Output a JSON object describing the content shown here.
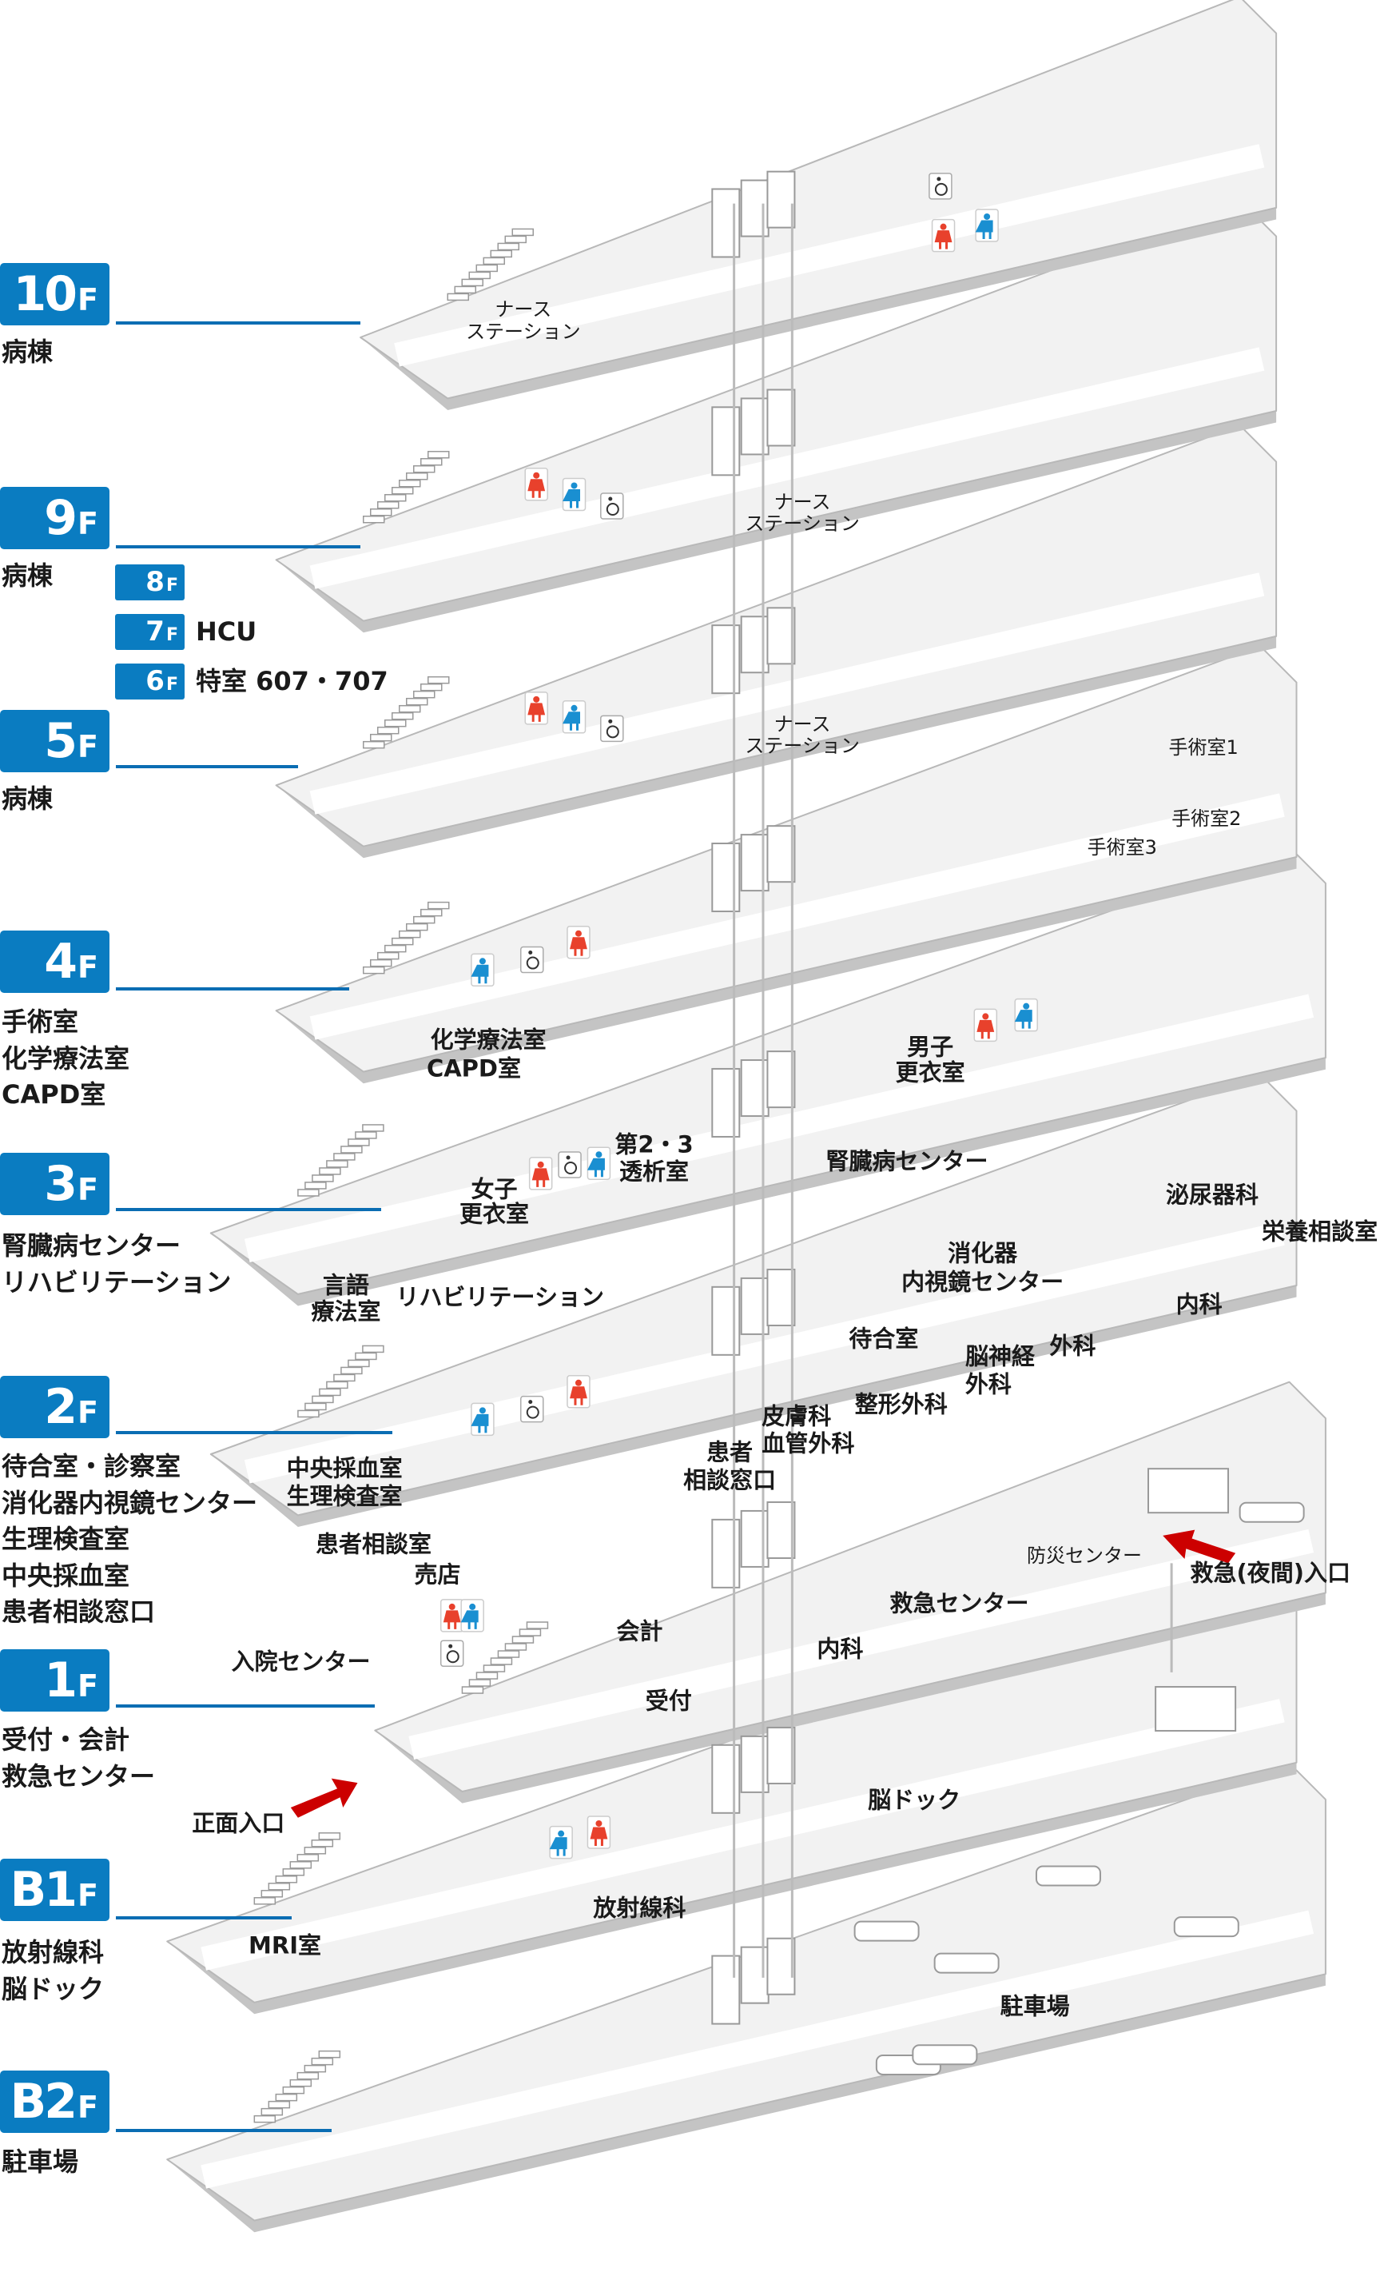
{
  "floors": [
    {
      "num": "10",
      "f": "F",
      "desc": [
        "病棟"
      ]
    },
    {
      "num": "9",
      "f": "F",
      "desc": [
        "病棟"
      ],
      "sub": [
        {
          "num": "8",
          "f": "F",
          "text": ""
        },
        {
          "num": "7",
          "f": "F",
          "text": "HCU"
        },
        {
          "num": "6",
          "f": "F",
          "text": "特室 607・707"
        }
      ]
    },
    {
      "num": "5",
      "f": "F",
      "desc": [
        "病棟"
      ]
    },
    {
      "num": "4",
      "f": "F",
      "desc": [
        "手術室",
        "化学療法室",
        "CAPD室"
      ]
    },
    {
      "num": "3",
      "f": "F",
      "desc": [
        "腎臓病センター",
        "リハビリテーション"
      ]
    },
    {
      "num": "2",
      "f": "F",
      "desc": [
        "待合室・診察室",
        "消化器内視鏡センター",
        "生理検査室",
        "中央採血室",
        "患者相談窓口"
      ]
    },
    {
      "num": "1",
      "f": "F",
      "desc": [
        "受付・会計",
        "救急センター"
      ]
    },
    {
      "num": "B1",
      "f": "F",
      "desc": [
        "放射線科",
        "脳ドック"
      ]
    },
    {
      "num": "B2",
      "f": "F",
      "desc": [
        "駐車場"
      ]
    }
  ],
  "map_labels": [
    "ナース",
    "ステーション",
    "ナース",
    "ステーション",
    "ナース",
    "ステーション",
    "手術室1",
    "手術室2",
    "手術室3",
    "化学療法室",
    "CAPD室",
    "男子",
    "更衣室",
    "第2・3",
    "透析室",
    "腎臓病センター",
    "女子",
    "更衣室",
    "泌尿器科",
    "栄養相談室",
    "消化器",
    "内視鏡センター",
    "言語",
    "療法室",
    "リハビリテーション",
    "内科",
    "待合室",
    "脳神経",
    "外科",
    "外科",
    "皮膚科",
    "整形外科",
    "患者",
    "血管外科",
    "相談窓口",
    "中央採血室",
    "生理検査室",
    "患者相談室",
    "売店",
    "防災センター",
    "救急(夜間)入口",
    "救急センター",
    "内科",
    "会計",
    "受付",
    "入院センター",
    "正面入口",
    "脳ドック",
    "放射線科",
    "MRI室",
    "駐車場"
  ],
  "colors": {
    "badge": "#0a7cc1",
    "female": "#e8412c",
    "male": "#1a8fd1",
    "arrow": "#cc0000",
    "slab": "#f2f2f2",
    "slab_edge": "#c4c4c4"
  },
  "icons": [
    "female-toilet-icon",
    "male-toilet-icon",
    "wheelchair-icon",
    "stairs-icon",
    "elevator-icon",
    "entrance-arrow-icon",
    "car-icon",
    "ambulance-icon"
  ]
}
